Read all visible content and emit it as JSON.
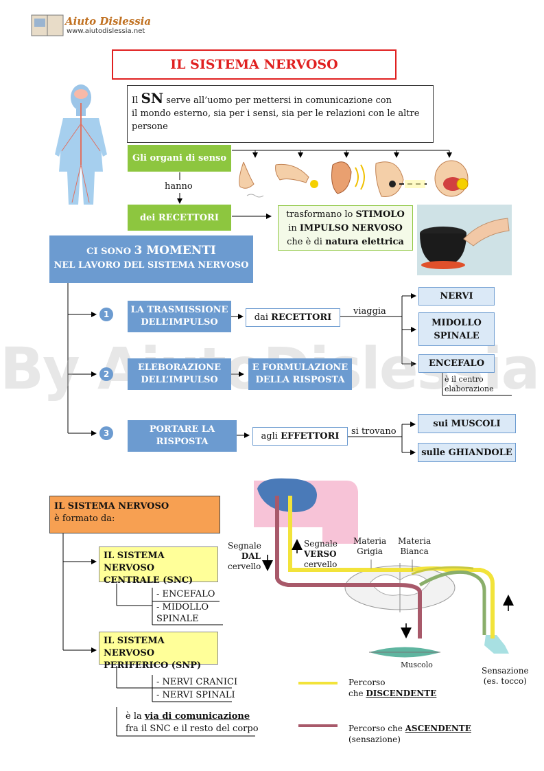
{
  "header": {
    "logo_title": "Aiuto Dislessia",
    "logo_url": "www.aiutodislessia.net"
  },
  "watermark": "By AiutoDislessia.net",
  "title": "IL SISTEMA NERVOSO",
  "intro": {
    "prefix": "Il ",
    "sn": "SN",
    "line1": " serve all’uomo per mettersi in comunicazione con",
    "line2": "il mondo esterno, sia per i sensi, sia per le relazioni  con le altre",
    "line3": "persone"
  },
  "organs": {
    "label": "Gli organi di senso",
    "hanno": "hanno",
    "recettori": "dei RECETTORI"
  },
  "stimolo": {
    "l1a": "trasformano lo ",
    "l1b": "STIMOLO",
    "l2a": "in ",
    "l2b": "IMPULSO NERVOSO",
    "l3a": "che è di  ",
    "l3b": "natura elettrica"
  },
  "momenti": {
    "l1a": "CI SONO ",
    "l1b": "3 MOMENTI",
    "l2": "NEL LAVORO DEL SISTEMA NERVOSO"
  },
  "step1": {
    "num": "1",
    "label1": "LA TRASMISSIONE",
    "label2": "DELL’IMPULSO",
    "dai": "dai ",
    "dai_b": "RECETTORI",
    "viaggia": "viaggia"
  },
  "step2": {
    "num": "2",
    "label1": "ELEBORAZIONE",
    "label2": "DELL’IMPULSO",
    "form1": "E FORMULAZIONE",
    "form2": "DELLA RISPOSTA"
  },
  "step3": {
    "num": "3",
    "label1": "PORTARE LA",
    "label2": "RISPOSTA",
    "agli": "agli ",
    "agli_b": "EFFETTORI",
    "si_trovano": "si trovano"
  },
  "targets": {
    "nervi": "NERVI",
    "midollo1": "MIDOLLO",
    "midollo2": "SPINALE",
    "encefalo": "ENCEFALO",
    "centro1": "è il centro",
    "centro2": "elaborazione",
    "muscoli": "sui MUSCOLI",
    "ghiandole": "sulle GHIANDOLE"
  },
  "formato": {
    "title": "IL SISTEMA NERVOSO",
    "sub": "è formato da:"
  },
  "snc": {
    "l1": "IL SISTEMA NERVOSO",
    "l2": "CENTRALE (SNC)",
    "i1": "- ENCEFALO",
    "i2": "- MIDOLLO",
    "i3": "SPINALE"
  },
  "snp": {
    "l1": "IL SISTEMA NERVOSO",
    "l2": "PERIFERICO (SNP)",
    "i1": "- NERVI CRANICI",
    "i2": "- NERVI SPINALI",
    "via_a": "è la ",
    "via_b": "via di comunicazione",
    "via_c": "fra il SNC e il resto del corpo"
  },
  "diagram": {
    "segnale_dal_1": "Segnale",
    "segnale_dal_2": "DAL",
    "segnale_dal_3": "cervello",
    "segnale_verso_1": "Segnale",
    "segnale_verso_2": "VERSO",
    "segnale_verso_3": "cervello",
    "grigia_1": "Materia",
    "grigia_2": "Grigia",
    "bianca_1": "Materia",
    "bianca_2": "Bianca",
    "muscolo": "Muscolo",
    "sensazione_1": "Sensazione",
    "sensazione_2": "(es. tocco)"
  },
  "legend": {
    "desc_1": "Percorso",
    "desc_2a": "che ",
    "desc_2b": "DISCENDENTE",
    "asc_1a": "Percorso che ",
    "asc_1b": "ASCENDENTE",
    "asc_2": "(sensazione)"
  },
  "colors": {
    "blue": "#6c9bd0",
    "green": "#8dc63f",
    "yellow_path": "#f2e33a",
    "red_path": "#a8596a",
    "title_border": "#e02020",
    "orange": "#f7a052"
  }
}
